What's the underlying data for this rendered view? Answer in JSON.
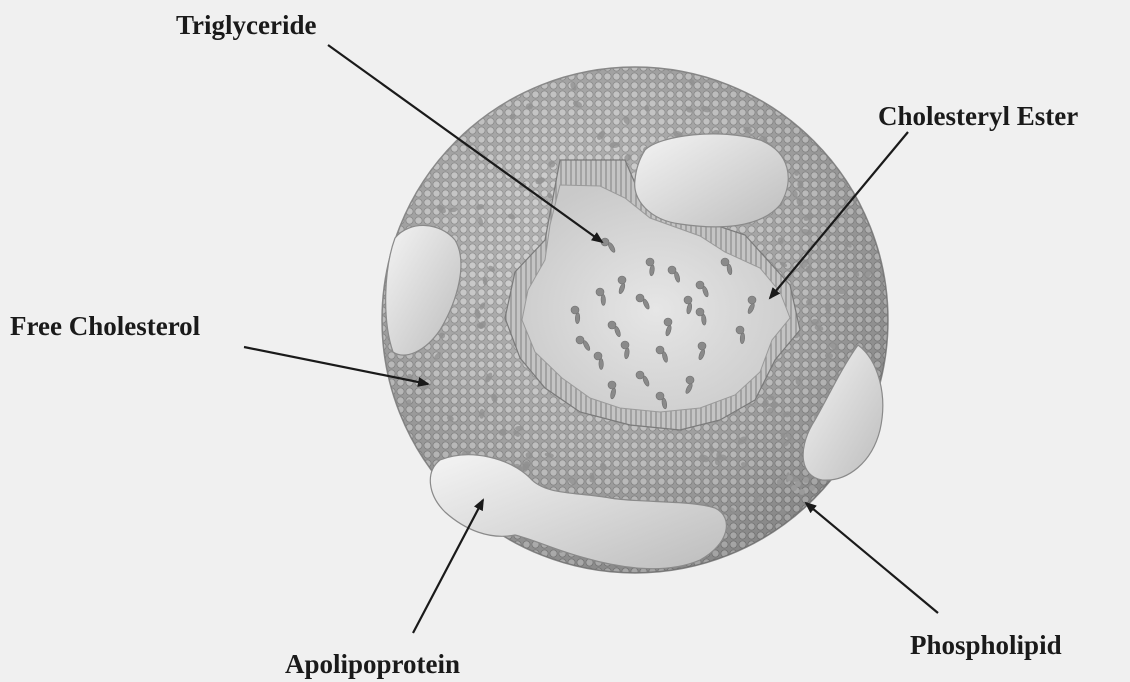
{
  "labels": {
    "triglyceride": "Triglyceride",
    "cholesteryl_ester": "Cholesteryl Ester",
    "free_cholesterol": "Free Cholesterol",
    "apolipoprotein": "Apolipoprotein",
    "phospholipid": "Phospholipid"
  },
  "colors": {
    "background": "#f0f0f0",
    "shell": "#b4b4b4",
    "core": "#d8d8d8",
    "protein": "#dcdcdc",
    "molecule": "#8a8a8a",
    "arrow": "#1a1a1a",
    "text": "#1a1a1a"
  }
}
